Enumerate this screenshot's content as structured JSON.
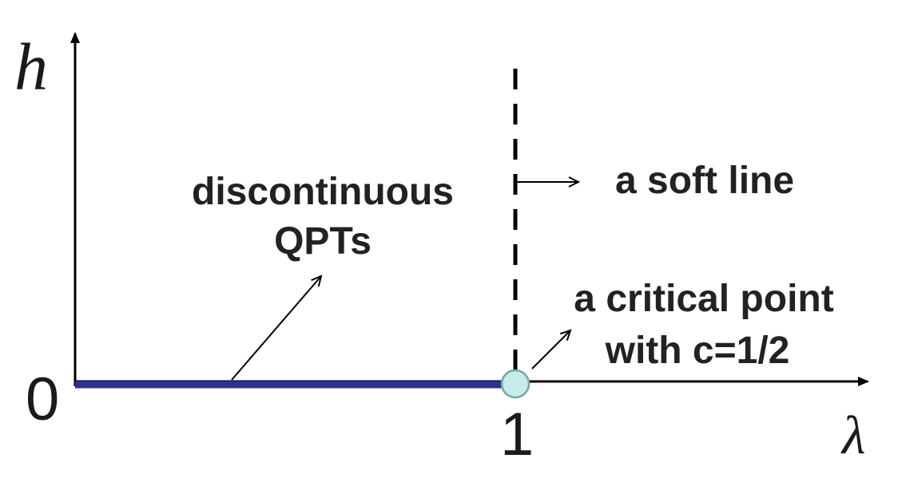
{
  "axes": {
    "y_label": "h",
    "x_label": "λ",
    "origin_label": "0",
    "x_tick_label": "1"
  },
  "annotations": {
    "discontinuous_line1": "discontinuous",
    "discontinuous_line2": "QPTs",
    "soft_line": "a soft line",
    "critical_line1": "a critical point",
    "critical_line2": "with c=1/2"
  },
  "colors": {
    "axis": "#000000",
    "first_order_line": "#2e3192",
    "critical_point_fill": "#c7ebe8",
    "critical_point_stroke": "#6fa9a3",
    "text": "#222222"
  }
}
